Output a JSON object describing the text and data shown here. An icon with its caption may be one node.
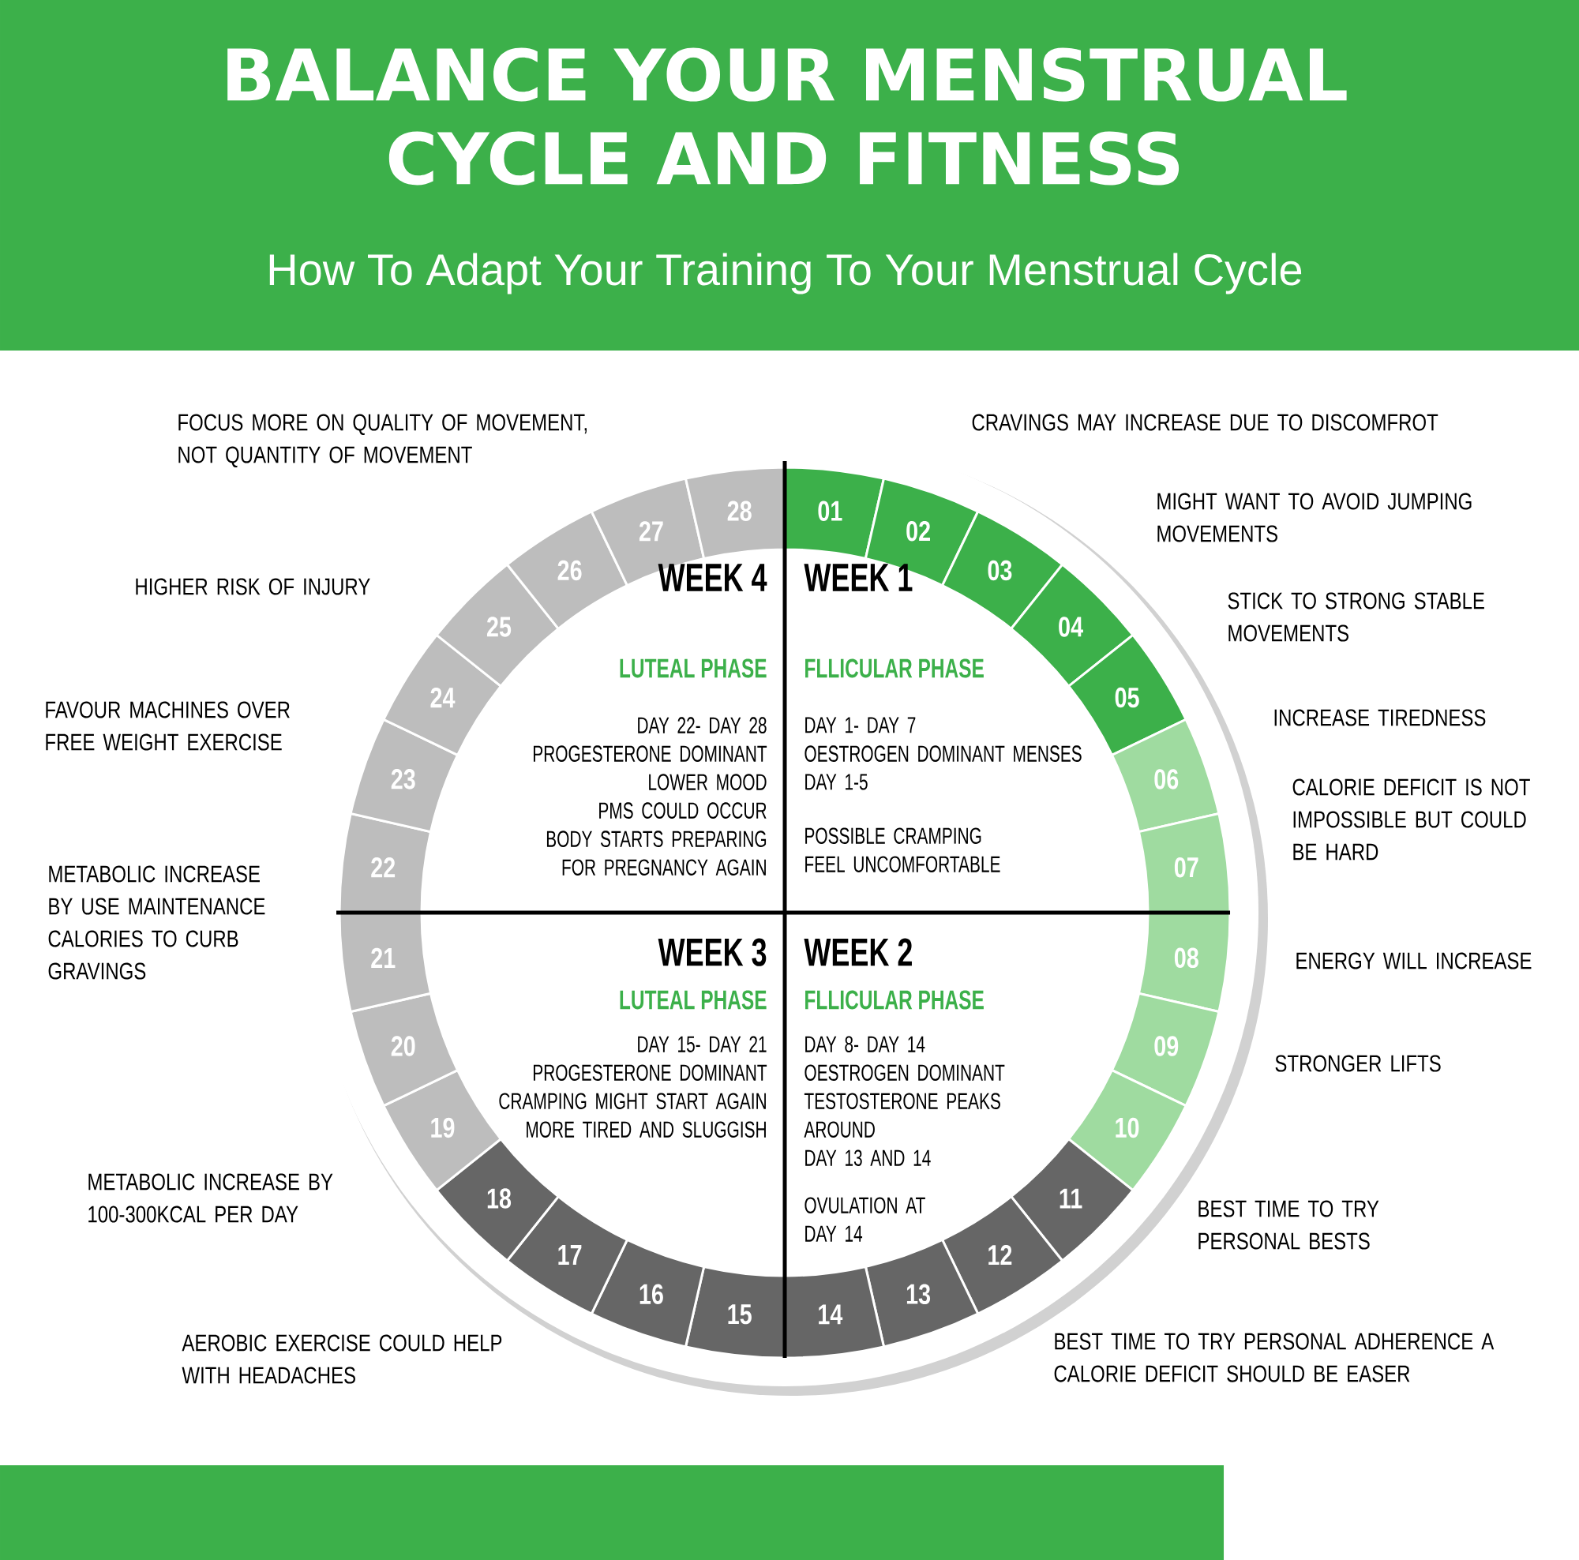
{
  "diagram": {
    "title": "BALANCE YOUR MENSTRUAL CYCLE AND FITNESS",
    "nodes": [
      {
        "text": [
          "01"
        ]
      },
      {
        "text": [
          "02"
        ]
      },
      {
        "text": [
          "03"
        ]
      },
      {
        "text": [
          "04"
        ]
      },
      {
        "text": [
          "05"
        ]
      },
      {
        "text": [
          "06"
        ]
      },
      {
        "text": [
          "07"
        ]
      },
      {
        "text": [
          "08"
        ]
      },
      {
        "text": [
          "09"
        ]
      },
      {
        "text": [
          "10"
        ]
      },
      {
        "text": [
          "11"
        ]
      },
      {
        "text": [
          "12"
        ]
      },
      {
        "text": [
          "13"
        ]
      },
      {
        "text": [
          "14"
        ]
      },
      {
        "text": [
          "15"
        ]
      },
      {
        "text": [
          "16"
        ]
      },
      {
        "text": [
          "17"
        ]
      },
      {
        "text": [
          "18"
        ]
      },
      {
        "text": [
          "19"
        ]
      },
      {
        "text": [
          "20"
        ]
      },
      {
        "text": [
          "21"
        ]
      },
      {
        "text": [
          "22"
        ]
      },
      {
        "text": [
          "23"
        ]
      },
      {
        "text": [
          "24"
        ]
      },
      {
        "text": [
          "25"
        ]
      },
      {
        "text": [
          "26"
        ]
      },
      {
        "text": [
          "27"
        ]
      },
      {
        "text": [
          "28"
        ]
      },
      {
        "text": [
          "WEEK 4",
          "LUTEAL PHASE",
          "DAY 22- DAY 28",
          "PROGESTERONE DOMINANT",
          "LOWER MOOD",
          "PMS COULD OCCUR",
          "BODY STARTS PREPARING FOR PREGNANCY AGAIN"
        ]
      },
      {
        "text": [
          "WEEK 1",
          "FLLICULAR PHASE",
          "DAY 1- DAY 7",
          "OESTROGEN DOMINANT MENSES",
          "DAY 1-5",
          "POSSIBLE CRAMPING FEEL UNCOMFORTABLE"
        ]
      },
      {
        "text": [
          "WEEK 3",
          "LUTEAL PHASE",
          "DAY 15- DAY 21",
          "PROGESTERONE DOMINANT",
          "CRAMPING MIGHT START AGAIN",
          "MORE TIRED AND SLUGGISH"
        ]
      },
      {
        "text": [
          "WEEK 2",
          "FLLICULAR PHASE",
          "DAY 8- DAY 14",
          "OESTROGEN DOMINANT",
          "TESTOSTERONE PEAKS AROUND",
          "DAY 13 AND 14",
          "OVULATION AT DAY 14"
        ]
      }
    ],
    "labels": [
      "How To Adapt Your Training To Your Menstrual Cycle",
      "FOCUS MORE ON QUALITY OF MOVEMENT, NOT QUANTITY OF MOVEMENT",
      "CRAVINGS MAY INCREASE DUE TO DISCOMFROT",
      "MIGHT WANT TO AVOID JUMPING MOVEMENTS",
      "HIGHER RISK OF INJURY",
      "STICK TO STRONG STABLE MOVEMENTS",
      "FAVOUR MACHINES OVER FREE WEIGHT EXERCISE",
      "INCREASE TIREDNESS",
      "CALORIE DEFICIT IS NOT IMPOSSIBLE BUT COULD BE HARD",
      "METABOLIC INCREASE BY USE MAINTENANCE CALORIES TO CURB GRAVINGS",
      "ENERGY WILL INCREASE",
      "STRONGER LIFTS",
      "METABOLIC INCREASE BY 100-300KCAL PER DAY",
      "BEST TIME TO TRY PERSONAL BESTS",
      "AEROBIC EXERCISE COULD HELP WITH HEADACHES",
      "BEST TIME TO TRY PERSONAL ADHERENCE A CALORIE DEFICIT SHOULD BE EASER"
    ]
  }
}
